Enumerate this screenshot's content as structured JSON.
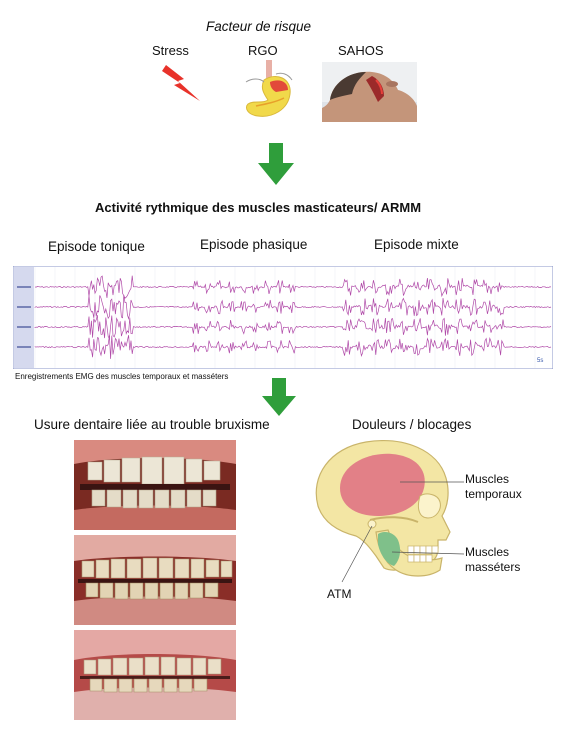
{
  "risk": {
    "title": "Facteur de risque",
    "stress": "Stress",
    "rgo": "RGO",
    "sahos": "SAHOS"
  },
  "armm": {
    "title": "Activité rythmique des muscles masticateurs/ ARMM",
    "episode_tonic": "Episode tonique",
    "episode_phasic": "Episode phasique",
    "episode_mixed": "Episode mixte",
    "caption": "Enregistrements EMG des muscles temporaux et masséters"
  },
  "wear": {
    "title": "Usure dentaire liée au trouble bruxisme"
  },
  "pain": {
    "title": "Douleurs / blocages",
    "temporal_line1": "Muscles",
    "temporal_line2": "temporaux",
    "masseter_line1": "Muscles",
    "masseter_line2": "masséters",
    "atm": "ATM"
  },
  "colors": {
    "arrow_green": "#2f9e3b",
    "emg_trace": "#b04aa8",
    "temporal_muscle": "#e07a86",
    "masseter_muscle": "#7fc08a",
    "bone": "#f3e6a4",
    "lightning": "#e8322a"
  }
}
